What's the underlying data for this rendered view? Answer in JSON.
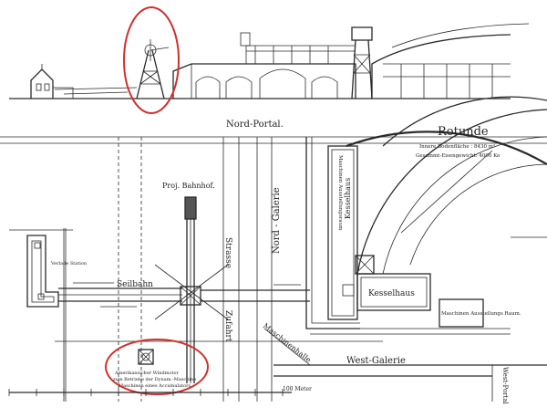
{
  "plan": {
    "labels": {
      "nord_portal": "Nord-Portal.",
      "rotunde": "Rotunde",
      "rotunde_area": "Innere Bodenfläche : 8430 m²",
      "rotunde_weight": "Gesammt-Eisengewicht: 4000 Ko",
      "proj_bahnhof": "Proj. Bahnhof.",
      "verlade_station": "Verlade Station",
      "seilbahn": "Seilbahn",
      "nord_galerie": "Nord - Galerie",
      "strasse": "Strasse",
      "zufahrt": "Zufahrt",
      "maschinen_ausstellungsraum": "Maschinen Ausstellungsraum",
      "kesselhaus_vertical": "Kesselhaus",
      "kesselhaus": "Kesselhaus",
      "maschinen_ausstellungs_raum": "Maschinen Ausstellungs Raum.",
      "maschinenhalle": "Maschinenhalle",
      "west_galerie": "West-Galerie",
      "west_portal": "West-Portal",
      "windmotor_line1": "Amerikanischer Windmotor",
      "windmotor_line2": "zum Betriebe der Dynam.-Maschine",
      "windmotor_line3": "Maschinen eines Accumulators",
      "scale_unit": "100 Meter"
    },
    "highlight_color": "#d0312d",
    "ink_color": "#2a2a2a"
  }
}
